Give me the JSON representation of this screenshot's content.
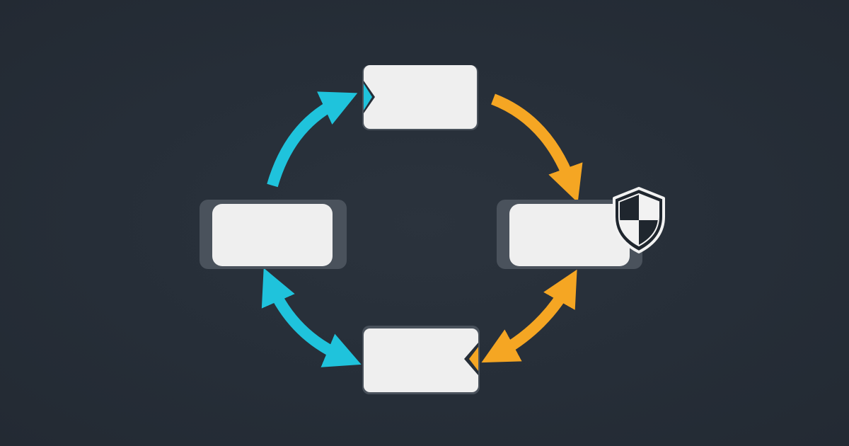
{
  "diagram": {
    "type": "cycle",
    "nodes": [
      {
        "id": "top",
        "label": ""
      },
      {
        "id": "right",
        "label": ""
      },
      {
        "id": "bottom",
        "label": ""
      },
      {
        "id": "left",
        "label": ""
      }
    ],
    "edges": [
      {
        "from": "top",
        "to": "right",
        "direction": "one-way",
        "color": "#f5a623"
      },
      {
        "from": "right",
        "to": "bottom",
        "direction": "two-way",
        "color": "#f5a623"
      },
      {
        "from": "bottom",
        "to": "left",
        "direction": "two-way",
        "color": "#1fc3dc"
      },
      {
        "from": "left",
        "to": "top",
        "direction": "one-way",
        "color": "#1fc3dc"
      }
    ],
    "badges": [
      {
        "node": "right",
        "icon": "shield-icon"
      }
    ]
  },
  "colors": {
    "background": "#262e38",
    "node_fill": "#efefef",
    "node_shadow": "#4a525c",
    "accent_cyan": "#1fc3dc",
    "accent_orange": "#f5a623",
    "shield_dark": "#1f262e",
    "shield_light": "#f2f2f2"
  }
}
